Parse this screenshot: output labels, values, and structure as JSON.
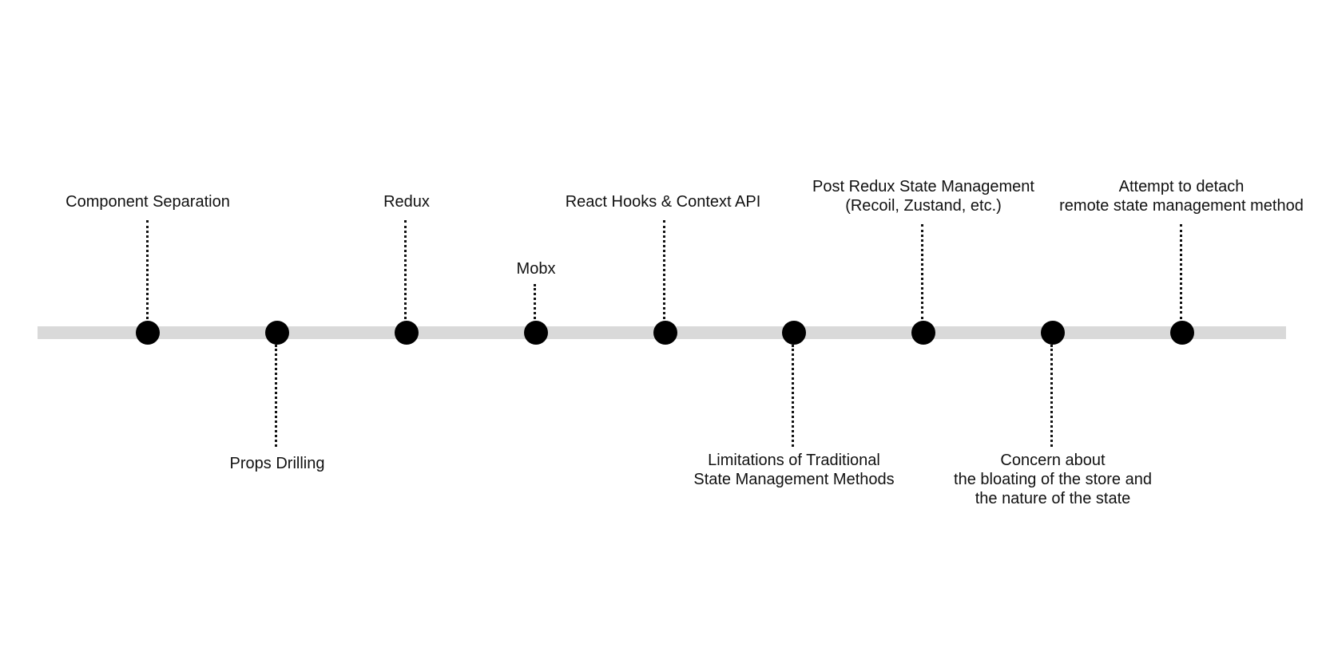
{
  "timeline": {
    "events": [
      {
        "label": "Component Separation",
        "side": "top"
      },
      {
        "label": "Props Drilling",
        "side": "bottom"
      },
      {
        "label": "Redux",
        "side": "top"
      },
      {
        "label": "Mobx",
        "side": "top"
      },
      {
        "label": "React Hooks & Context API",
        "side": "top"
      },
      {
        "label": "Limitations of Traditional\nState Management Methods",
        "side": "bottom"
      },
      {
        "label": "Post Redux State Management\n(Recoil, Zustand, etc.)",
        "side": "top"
      },
      {
        "label": "Concern about\nthe bloating of the store and\nthe nature of the state",
        "side": "bottom"
      },
      {
        "label": "Attempt to detach\nremote state management method",
        "side": "top"
      }
    ]
  },
  "colors": {
    "track": "#d9d9d9",
    "node": "#000000",
    "text": "#111111"
  }
}
